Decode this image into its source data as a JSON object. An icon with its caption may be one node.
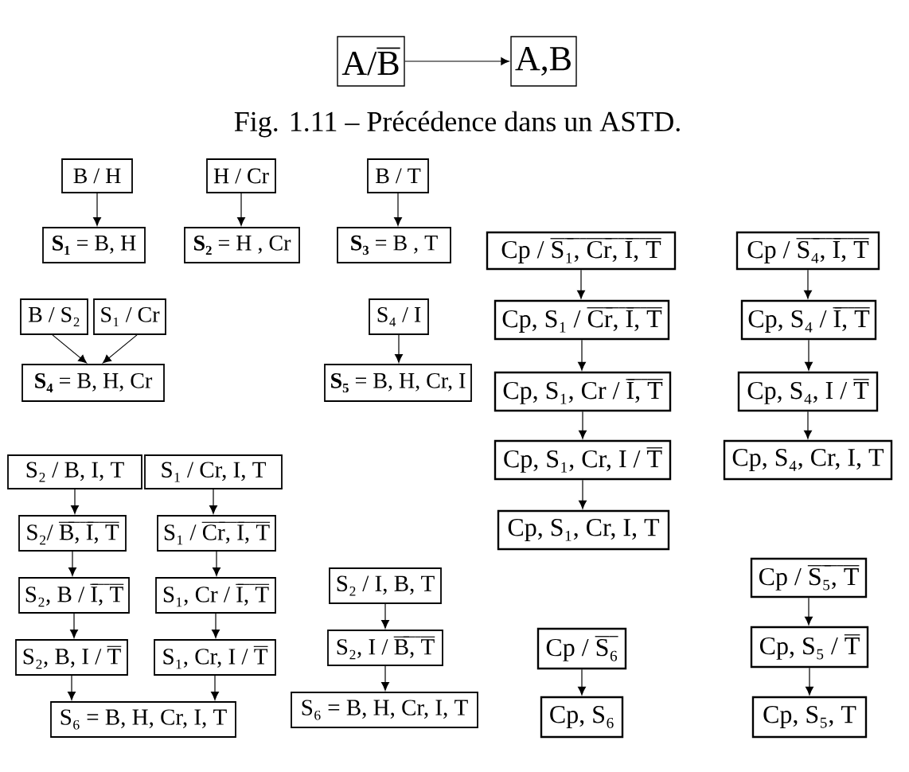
{
  "diagram": {
    "caption": "Fig. 1.11 – Précédence dans un ASTD.",
    "nodes": [
      {
        "text": [
          "A/B̅"
        ]
      },
      {
        "text": [
          "A,B"
        ]
      },
      {
        "text": [
          "B / H"
        ]
      },
      {
        "text": [
          "H / Cr"
        ]
      },
      {
        "text": [
          "B / T"
        ]
      },
      {
        "text": [
          "**S₁** = B, H"
        ]
      },
      {
        "text": [
          "**S₂** = H , Cr"
        ]
      },
      {
        "text": [
          "**S₃** = B , T"
        ]
      },
      {
        "text": [
          "Cp / S̅₁̅,̅ ̅C̅r̅,̅ ̅I̅,̅ ̅T̅"
        ]
      },
      {
        "text": [
          "Cp / S̅₄̅,̅ ̅I̅,̅ ̅T̅"
        ]
      },
      {
        "text": [
          "B / S₂"
        ]
      },
      {
        "text": [
          "S₁ / Cr"
        ]
      },
      {
        "text": [
          "S₄ / I"
        ]
      },
      {
        "text": [
          "Cp, S₁ / C̅r̅,̅ ̅I̅,̅ ̅T̅"
        ]
      },
      {
        "text": [
          "Cp, S₄ / I̅,̅ ̅T̅"
        ]
      },
      {
        "text": [
          "**S₄** = B, H, Cr"
        ]
      },
      {
        "text": [
          "**S₅** = B, H, Cr, I"
        ]
      },
      {
        "text": [
          "Cp, S₁, Cr / I̅,̅ ̅T̅"
        ]
      },
      {
        "text": [
          "Cp, S₄, I / T̅"
        ]
      },
      {
        "text": [
          "Cp, S₁, Cr, I / T̅"
        ]
      },
      {
        "text": [
          "Cp, S₄, Cr, I, T"
        ]
      },
      {
        "text": [
          "S₂ / B, I, T"
        ]
      },
      {
        "text": [
          "S₁ / Cr, I, T"
        ]
      },
      {
        "text": [
          "Cp, S₁, Cr, I, T"
        ]
      },
      {
        "text": [
          "S₂/ B̅,̅ ̅I̅,̅ ̅T̅"
        ]
      },
      {
        "text": [
          "S₁ / C̅r̅,̅ ̅I̅,̅ ̅T̅"
        ]
      },
      {
        "text": [
          "Cp / S̅₅̅,̅ ̅T̅"
        ]
      },
      {
        "text": [
          "S₂ / I, B, T"
        ]
      },
      {
        "text": [
          "S₂, B / I̅,̅ ̅T̅"
        ]
      },
      {
        "text": [
          "S₁, Cr / I̅,̅ ̅T̅"
        ]
      },
      {
        "text": [
          "S₂, I / B̅,̅ ̅T̅"
        ]
      },
      {
        "text": [
          "Cp / S̅₆̅"
        ]
      },
      {
        "text": [
          "Cp, S₅ / T̅"
        ]
      },
      {
        "text": [
          "S₂, B, I / T̅"
        ]
      },
      {
        "text": [
          "S₁, Cr, I / T̅"
        ]
      },
      {
        "text": [
          "S₆ = B, H, Cr, I, T"
        ]
      },
      {
        "text": [
          "S₆ = B, H, Cr, I, T"
        ]
      },
      {
        "text": [
          "Cp, S₆"
        ]
      },
      {
        "text": [
          "Cp, S₅, T"
        ]
      }
    ],
    "edges": [
      {
        "from": 0,
        "to": 1,
        "arrow": "to"
      },
      {
        "from": 2,
        "to": 5,
        "arrow": "to"
      },
      {
        "from": 3,
        "to": 6,
        "arrow": "to"
      },
      {
        "from": 4,
        "to": 7,
        "arrow": "to"
      },
      {
        "from": 8,
        "to": 13,
        "arrow": "to"
      },
      {
        "from": 13,
        "to": 17,
        "arrow": "to"
      },
      {
        "from": 17,
        "to": 19,
        "arrow": "to"
      },
      {
        "from": 19,
        "to": 23,
        "arrow": "to"
      },
      {
        "from": 9,
        "to": 14,
        "arrow": "to"
      },
      {
        "from": 14,
        "to": 18,
        "arrow": "to"
      },
      {
        "from": 18,
        "to": 20,
        "arrow": "to"
      },
      {
        "from": 10,
        "to": 15,
        "arrow": "to"
      },
      {
        "from": 11,
        "to": 15,
        "arrow": "to"
      },
      {
        "from": 12,
        "to": 16,
        "arrow": "to"
      },
      {
        "from": 21,
        "to": 24,
        "arrow": "to"
      },
      {
        "from": 24,
        "to": 28,
        "arrow": "to"
      },
      {
        "from": 28,
        "to": 33,
        "arrow": "to"
      },
      {
        "from": 33,
        "to": 35,
        "arrow": "to"
      },
      {
        "from": 22,
        "to": 25,
        "arrow": "to"
      },
      {
        "from": 25,
        "to": 29,
        "arrow": "to"
      },
      {
        "from": 29,
        "to": 34,
        "arrow": "to"
      },
      {
        "from": 34,
        "to": 35,
        "arrow": "to"
      },
      {
        "from": 27,
        "to": 30,
        "arrow": "to"
      },
      {
        "from": 30,
        "to": 36,
        "arrow": "to"
      },
      {
        "from": 26,
        "to": 32,
        "arrow": "to"
      },
      {
        "from": 32,
        "to": 38,
        "arrow": "to"
      },
      {
        "from": 31,
        "to": 37,
        "arrow": "to"
      }
    ]
  }
}
